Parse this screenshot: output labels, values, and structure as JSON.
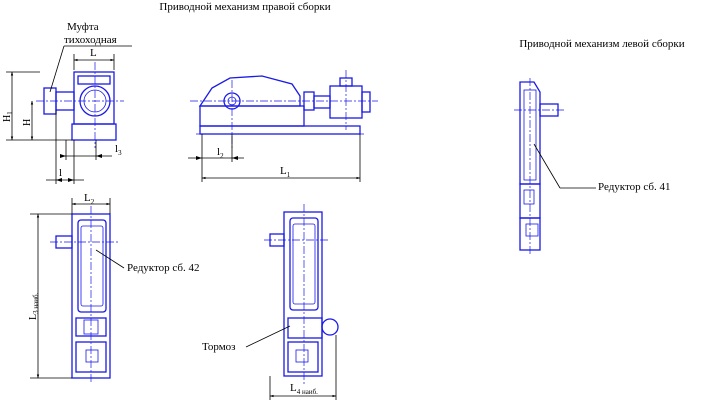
{
  "titles": {
    "right_assembly": "Приводной механизм правой сборки",
    "left_assembly": "Приводной механизм левой сборки"
  },
  "callouts": {
    "coupling_line1": "Муфта",
    "coupling_line2": "тихоходная",
    "reducer_42": "Редуктор сб. 42",
    "reducer_41": "Редуктор сб. 41",
    "brake": "Тормоз"
  },
  "dimensions": {
    "L": "L",
    "H1": "H",
    "H1_sub": "1",
    "H": "H",
    "l3": "l",
    "l3_sub": "3",
    "l": "l",
    "l2": "l",
    "l2_sub": "2",
    "L1": "L",
    "L1_sub": "1",
    "L2": "L",
    "L2_sub": "2",
    "L3": "L",
    "L3_sub": "3 наиб.",
    "L4": "L",
    "L4_sub": "4 наиб."
  }
}
